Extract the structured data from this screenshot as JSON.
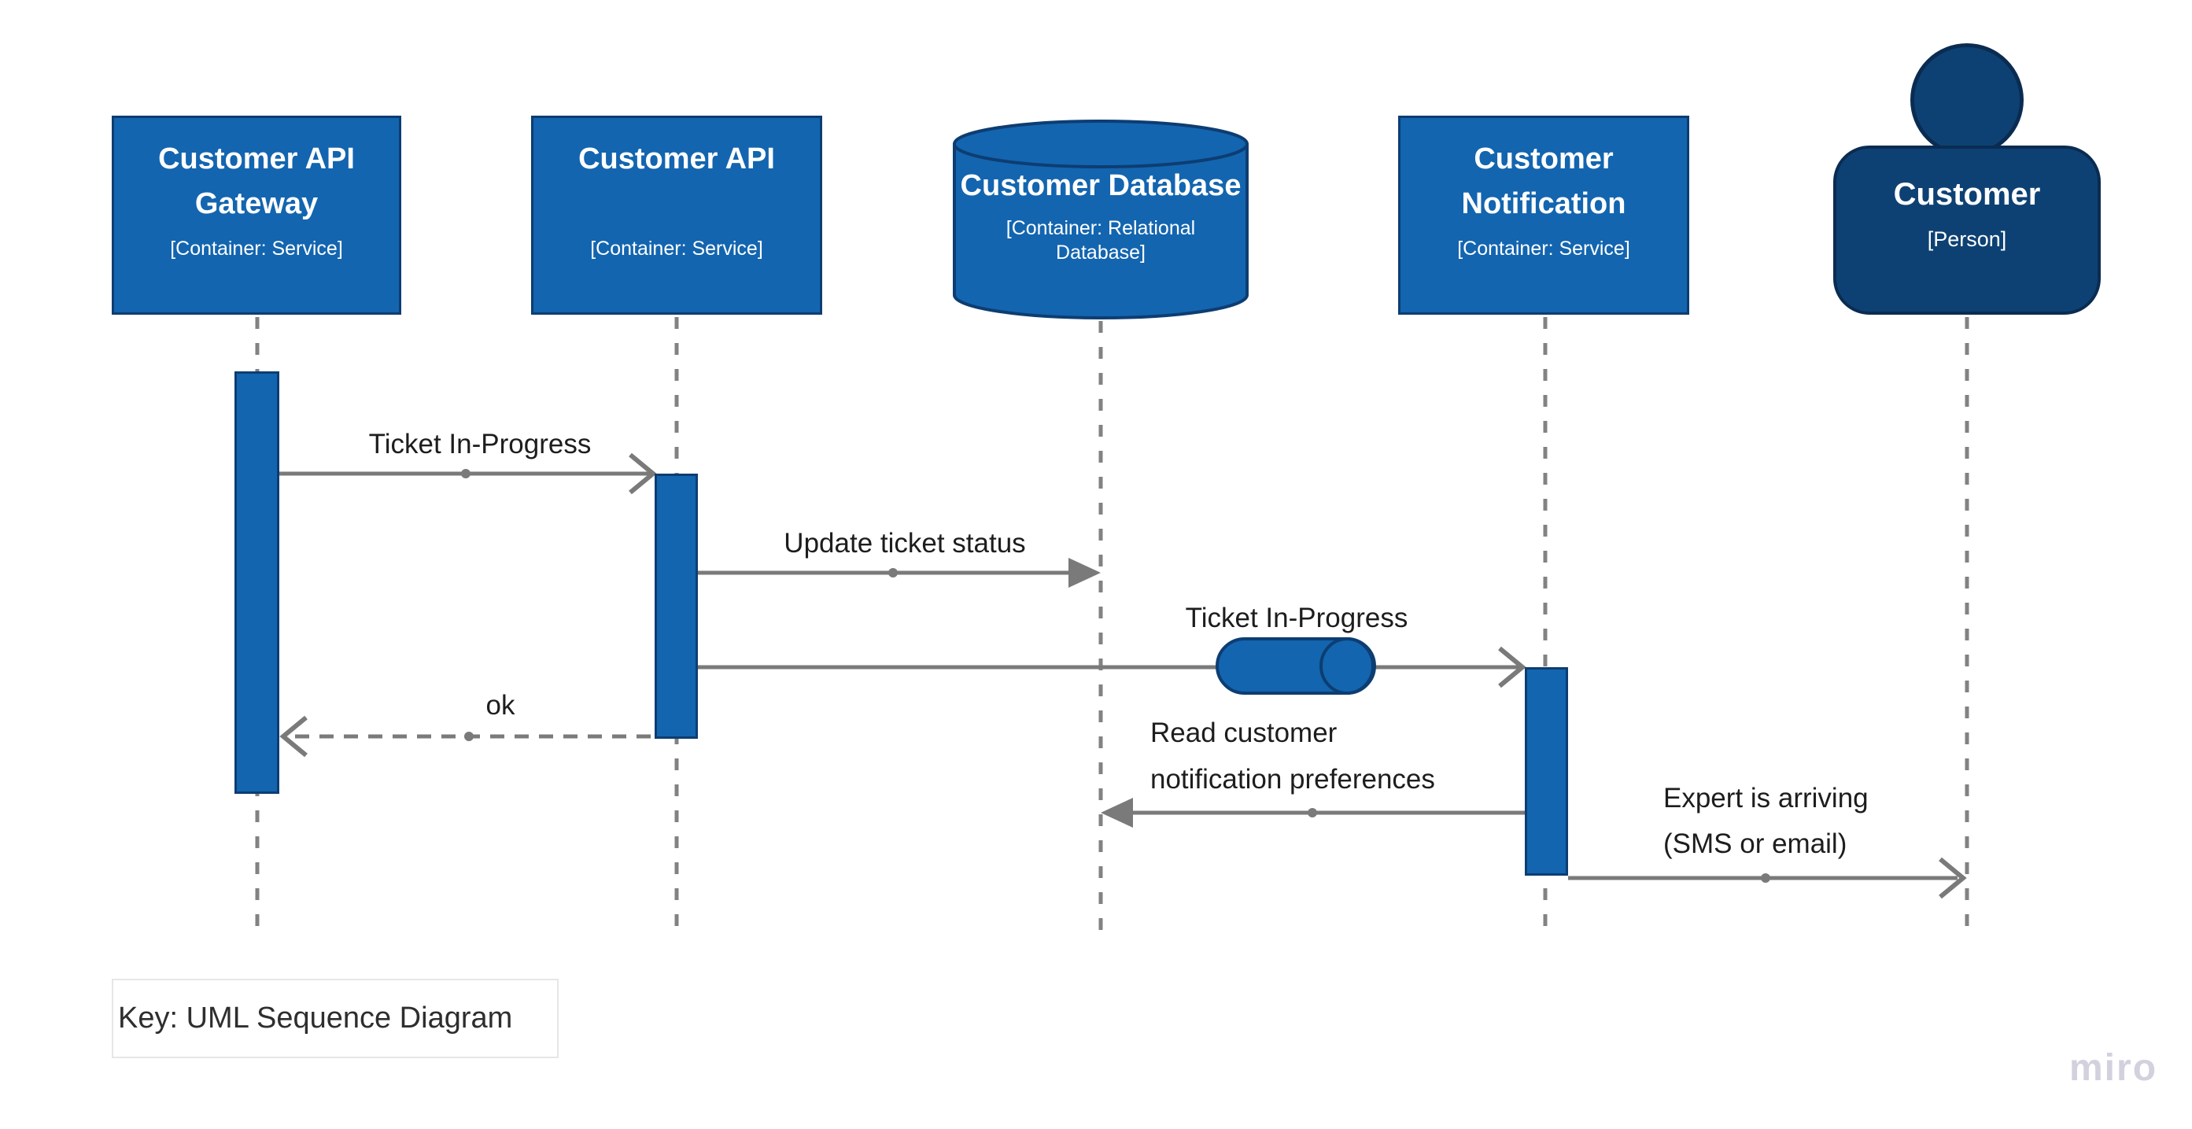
{
  "diagram": {
    "key_label": "Key: UML Sequence Diagram",
    "watermark": "miro",
    "type": "uml-sequence-diagram"
  },
  "participants": [
    {
      "title": "Customer API Gateway",
      "subtitle": "[Container: Service]",
      "shape": "rectangle"
    },
    {
      "title": "Customer API",
      "subtitle": "[Container: Service]",
      "shape": "rectangle"
    },
    {
      "title": "Customer Database",
      "subtitle": "[Container: Relational Database]",
      "shape": "database-cylinder"
    },
    {
      "title": "Customer Notification",
      "subtitle": "[Container: Service]",
      "shape": "rectangle"
    },
    {
      "title": "Customer",
      "subtitle": "[Person]",
      "shape": "person"
    }
  ],
  "messages": [
    {
      "label": "Ticket In-Progress",
      "from": "Customer API Gateway",
      "to": "Customer API",
      "line": "solid",
      "arrowhead": "open"
    },
    {
      "label": "Update ticket status",
      "from": "Customer API",
      "to": "Customer Database",
      "line": "solid",
      "arrowhead": "filled"
    },
    {
      "label": "Ticket In-Progress",
      "from": "Customer API",
      "to": "Customer Notification",
      "line": "solid",
      "arrowhead": "open",
      "via": "message-queue"
    },
    {
      "label": "ok",
      "from": "Customer API",
      "to": "Customer API Gateway",
      "line": "dashed",
      "arrowhead": "open"
    },
    {
      "label": "Read customer notification preferences",
      "lines": [
        "Read customer",
        "notification preferences"
      ],
      "from": "Customer Notification",
      "to": "Customer Database",
      "line": "solid",
      "arrowhead": "filled"
    },
    {
      "label": "Expert is arriving (SMS or email)",
      "lines": [
        "Expert is arriving",
        "(SMS or email)"
      ],
      "from": "Customer Notification",
      "to": "Customer",
      "line": "solid",
      "arrowhead": "open"
    }
  ],
  "colors": {
    "container_fill": "#1365AF",
    "container_border": "#0D3D72",
    "person_fill": "#0E4173",
    "person_border": "#0A2C52",
    "connector_gray": "#7A7A7A",
    "lifeline_gray": "#828282",
    "label_text": "#1D1D1D",
    "key_border": "#E6E6E6",
    "watermark": "#D2D1DE"
  }
}
